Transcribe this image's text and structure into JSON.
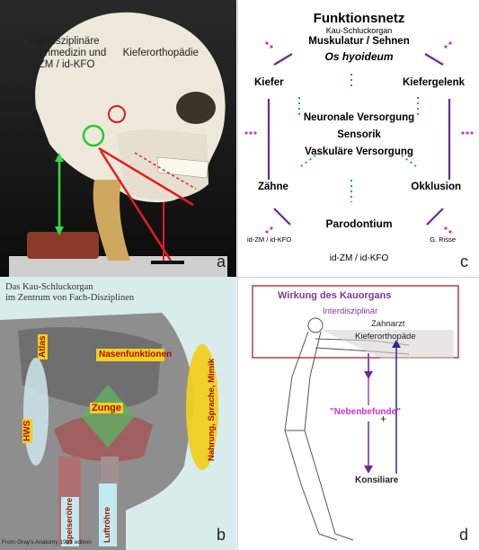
{
  "panel_a": {
    "caption": [
      "Interdisziplinäre",
      "Zahnmedizin und",
      "Kieferorthopädie",
      "id-ZM / id-KFO"
    ],
    "letter": "a"
  },
  "panel_c": {
    "title": "Funktionsnetz",
    "subtitle": "Kau-Schluckorgan",
    "top_lines": [
      "Muskulatur / Sehnen",
      "Os hyoideum"
    ],
    "left_label": "Kiefer",
    "right_label": "Kiefergelenk",
    "center_lines": [
      "Neuronale Versorgung",
      "Sensorik",
      "Vaskuläre Versorgung"
    ],
    "lower_left": "Zähne",
    "lower_right": "Okklusion",
    "bottom_center": "Parodontium",
    "small_left": "id-ZM / id-KFO",
    "small_right": "G. Risse",
    "footer": "id-ZM / id-KFO",
    "letter": "c",
    "colors": {
      "purple": "#6a2a9a",
      "magenta": "#cc33cc",
      "green": "#1faa3a"
    }
  },
  "panel_b": {
    "title_lines": [
      "Das Kau-Schluckorgan",
      "im Zentrum von Fach-Disziplinen"
    ],
    "labels": {
      "nasenfunktionen": "Nasenfunktionen",
      "zunge": "Zunge",
      "atlas": "Atlas",
      "hws": "HWS",
      "nahrung": "Nahrung, Sprache, Mimik",
      "speiseroehre": "Speiseröhre",
      "luftroehre": "Luftröhre"
    },
    "source": "From Gray's Anatomy  1918 edition",
    "letter": "b"
  },
  "panel_d": {
    "title": "Wirkung des Kauorgans",
    "interdisziplinaer": "Interdisziplinär",
    "zahnarzt": "Zahnarzt",
    "kieferorthopaede": "Kieferorthopäde",
    "nebenbefunde": "\"Nebenbefunde\"",
    "plus": "+",
    "konsiliare": "Konsiliare",
    "letter": "d"
  }
}
